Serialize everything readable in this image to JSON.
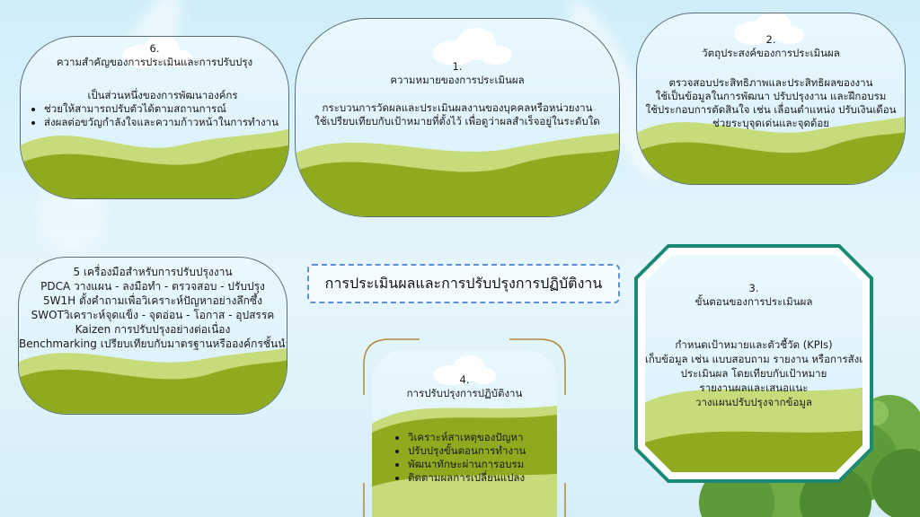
{
  "title": "การประเมินผลและการปรับปรุงการปฏิบัติงาน",
  "cards": {
    "c1": {
      "num": "1.",
      "heading": "ความหมายของการประเมินผล",
      "lines": [
        "กระบวนการวัดผลและประเมินผลงานของบุคคลหรือหน่วยงาน",
        "ใช้เปรียบเทียบกับเป้าหมายที่ตั้งไว้ เพื่อดูว่าผลสำเร็จอยู่ในระดับใด"
      ]
    },
    "c2": {
      "num": "2.",
      "heading": "วัตถุประสงค์ของการประเมินผล",
      "lines": [
        "ตรวจสอบประสิทธิภาพและประสิทธิผลของงาน",
        "ใช้เป็นข้อมูลในการพัฒนา ปรับปรุงงาน และฝึกอบรม",
        "ใช้ประกอบการตัดสินใจ เช่น เลื่อนตำแหน่ง ปรับเงินเดือน",
        "ช่วยระบุจุดเด่นและจุดด้อย"
      ]
    },
    "c3": {
      "num": "3.",
      "heading": "ขั้นตอนของการประเมินผล",
      "lines": [
        "กำหนดเป้าหมายและตัวชี้วัด (KPIs)",
        "เก็บข้อมูล เช่น แบบสอบถาม รายงาน หรือการสังเกต",
        "ประเมินผล โดยเทียบกับเป้าหมาย",
        "รายงานผลและเสนอแนะ",
        "วางแผนปรับปรุงจากข้อมูล"
      ]
    },
    "c4": {
      "num": "4.",
      "heading": "การปรับปรุงการปฏิบัติงาน",
      "bullets": [
        "วิเคราะห์สาเหตุของปัญหา",
        "ปรับปรุงขั้นตอนการทำงาน",
        "พัฒนาทักษะผ่านการอบรม",
        "ติดตามผลการเปลี่ยนแปลง"
      ]
    },
    "c5": {
      "heading": "5 เครื่องมือสำหรับการปรับปรุงงาน",
      "lines": [
        "PDCA วางแผน - ลงมือทำ - ตรวจสอบ - ปรับปรุง",
        "5W1H ตั้งคำถามเพื่อวิเคราะห์ปัญหาอย่างลึกซึ้ง",
        "SWOTวิเคราะห์จุดแข็ง - จุดอ่อน - โอกาส - อุปสรรค",
        "Kaizen การปรับปรุงอย่างต่อเนื่อง",
        "Benchmarking เปรียบเทียบกับมาตรฐานหรือองค์กรชั้นนำ"
      ]
    },
    "c6": {
      "num": "6.",
      "heading": "ความสำคัญของการประเมินและการปรับปรุง",
      "bullets": [
        "เป็นส่วนหนึ่งของการพัฒนาองค์กร",
        "ช่วยให้สามารถปรับตัวได้ตามสถานการณ์",
        "ส่งผลต่อขวัญกำลังใจและความก้าวหน้าในการทำงาน"
      ]
    }
  },
  "colors": {
    "grass_dark": "#8eaa1e",
    "grass_light": "#c6dc7a",
    "frame_teal": "#1b8a74",
    "title_border": "#5b8fd6",
    "bush": "#5d9a3a"
  },
  "icons": [
    "cloud-icon",
    "bush-illustration"
  ]
}
